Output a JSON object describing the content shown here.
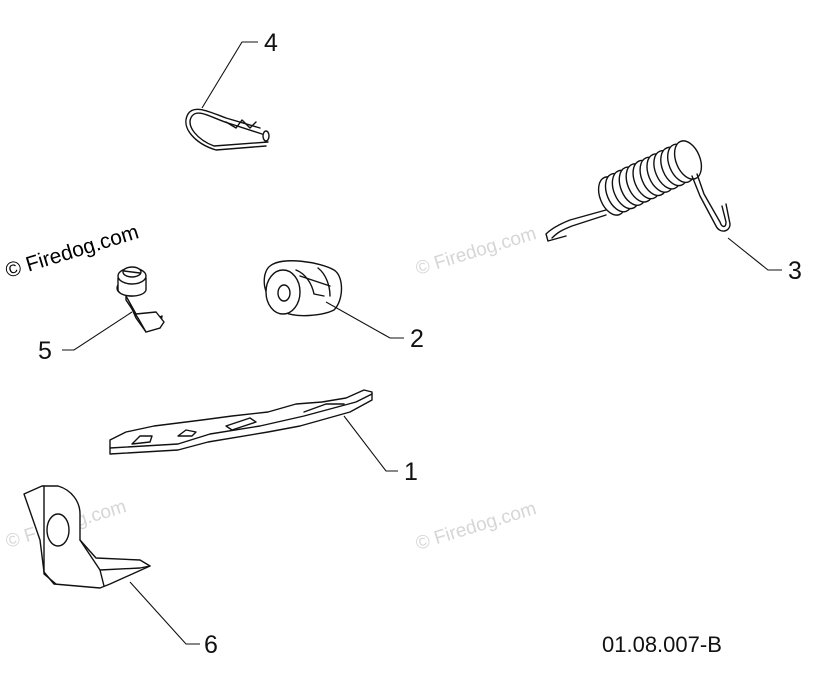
{
  "diagram": {
    "parts": [
      {
        "id": "part-1",
        "name": "lever-plate",
        "label": "1"
      },
      {
        "id": "part-2",
        "name": "bushing",
        "label": "2"
      },
      {
        "id": "part-3",
        "name": "extension-spring",
        "label": "3"
      },
      {
        "id": "part-4",
        "name": "hairpin-clip",
        "label": "4"
      },
      {
        "id": "part-5",
        "name": "flange-bolt",
        "label": "5"
      },
      {
        "id": "part-6",
        "name": "angle-bracket",
        "label": "6"
      }
    ],
    "drawing_code": "01.08.007-B",
    "watermark": {
      "main": "© Firedog.com",
      "faint": "© Firedog.com"
    }
  }
}
